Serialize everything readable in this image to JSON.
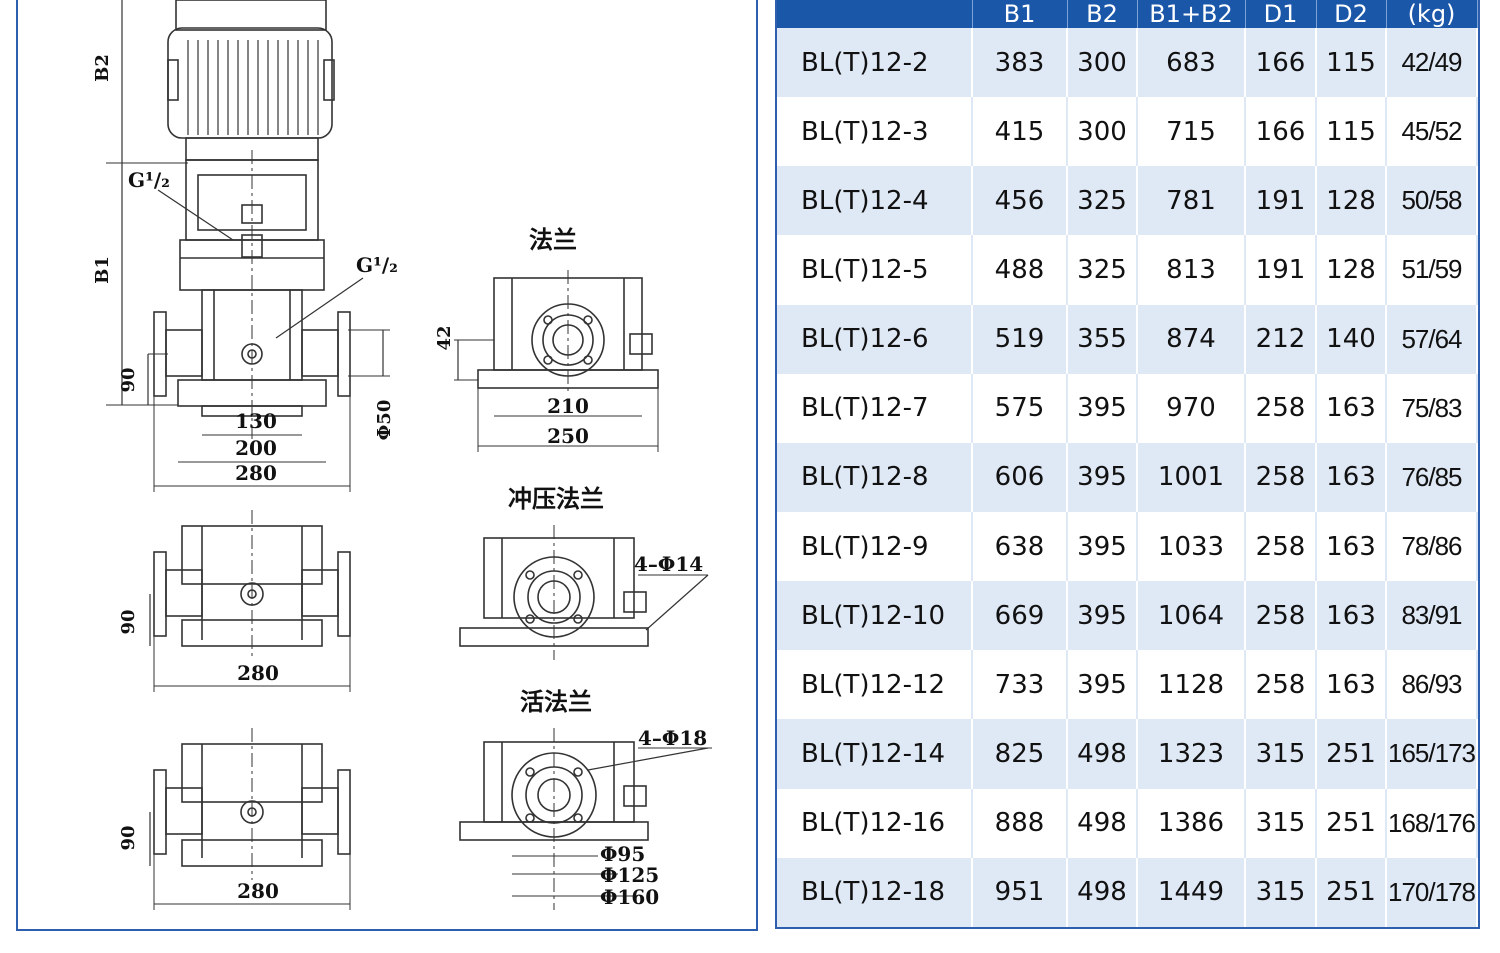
{
  "drawing": {
    "labels": {
      "b2": "B2",
      "b1": "B1",
      "g_half_1": "G¹/₂",
      "g_half_2": "G¹/₂",
      "dim_90_a": "90",
      "dim_90_b": "90",
      "dim_90_c": "90",
      "dim_130": "130",
      "dim_200": "200",
      "dim_280_a": "280",
      "dim_280_b": "280",
      "dim_280_c": "280",
      "phi50": "Φ50",
      "dim_42": "42",
      "dim_210": "210",
      "dim_250": "250",
      "bolt_4_14": "4–Φ14",
      "bolt_4_18": "4–Φ18",
      "phi95": "Φ95",
      "phi125": "Φ125",
      "phi160": "Φ160"
    },
    "sections": {
      "flange": "法兰",
      "pressed_flange": "冲压法兰",
      "loose_flange": "活法兰"
    }
  },
  "table": {
    "headers": [
      "",
      "B1",
      "B2",
      "B1+B2",
      "D1",
      "D2",
      "(kg)"
    ],
    "rows": [
      [
        "BL(T)12-2",
        "383",
        "300",
        "683",
        "166",
        "115",
        "42/49"
      ],
      [
        "BL(T)12-3",
        "415",
        "300",
        "715",
        "166",
        "115",
        "45/52"
      ],
      [
        "BL(T)12-4",
        "456",
        "325",
        "781",
        "191",
        "128",
        "50/58"
      ],
      [
        "BL(T)12-5",
        "488",
        "325",
        "813",
        "191",
        "128",
        "51/59"
      ],
      [
        "BL(T)12-6",
        "519",
        "355",
        "874",
        "212",
        "140",
        "57/64"
      ],
      [
        "BL(T)12-7",
        "575",
        "395",
        "970",
        "258",
        "163",
        "75/83"
      ],
      [
        "BL(T)12-8",
        "606",
        "395",
        "1001",
        "258",
        "163",
        "76/85"
      ],
      [
        "BL(T)12-9",
        "638",
        "395",
        "1033",
        "258",
        "163",
        "78/86"
      ],
      [
        "BL(T)12-10",
        "669",
        "395",
        "1064",
        "258",
        "163",
        "83/91"
      ],
      [
        "BL(T)12-12",
        "733",
        "395",
        "1128",
        "258",
        "163",
        "86/93"
      ],
      [
        "BL(T)12-14",
        "825",
        "498",
        "1323",
        "315",
        "251",
        "165/173"
      ],
      [
        "BL(T)12-16",
        "888",
        "498",
        "1386",
        "315",
        "251",
        "168/176"
      ],
      [
        "BL(T)12-18",
        "951",
        "498",
        "1449",
        "315",
        "251",
        "170/178"
      ]
    ]
  }
}
